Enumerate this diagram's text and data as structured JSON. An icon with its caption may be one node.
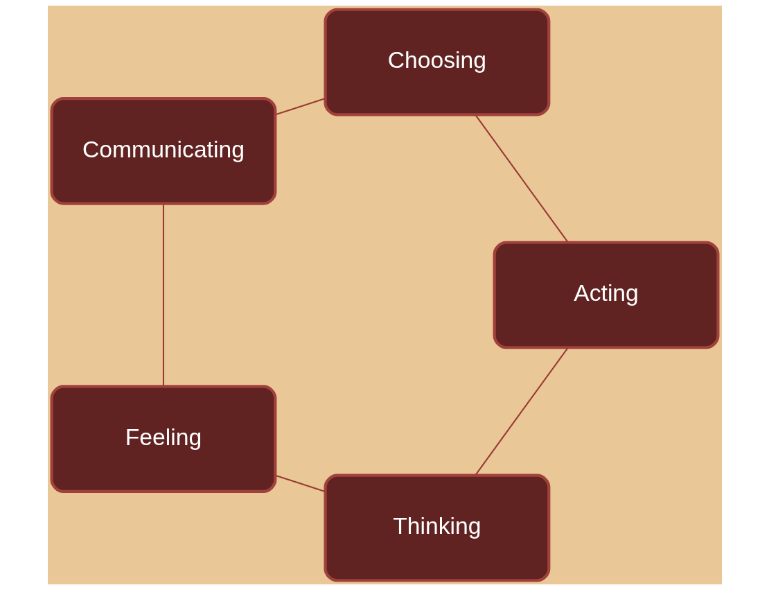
{
  "diagram": {
    "nodes": [
      {
        "text": [
          "Thinking"
        ]
      },
      {
        "text": [
          "Feeling"
        ]
      },
      {
        "text": [
          "Communicating"
        ]
      },
      {
        "text": [
          "Choosing"
        ]
      },
      {
        "text": [
          "Acting"
        ]
      }
    ],
    "edges": [
      {
        "from": 0,
        "to": 1,
        "arrow": "none"
      },
      {
        "from": 1,
        "to": 2,
        "arrow": "none"
      },
      {
        "from": 2,
        "to": 3,
        "arrow": "none"
      },
      {
        "from": 3,
        "to": 4,
        "arrow": "none"
      },
      {
        "from": 4,
        "to": 0,
        "arrow": "none"
      }
    ]
  }
}
